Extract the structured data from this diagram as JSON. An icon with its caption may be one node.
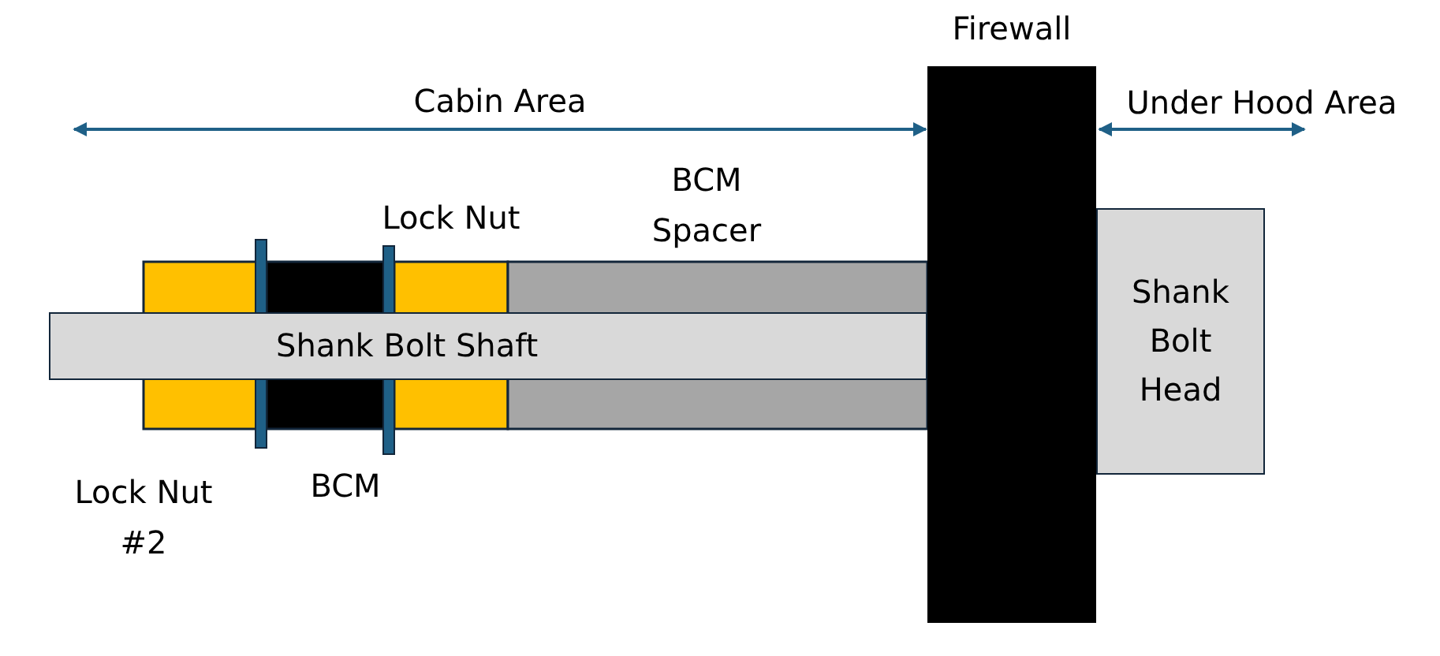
{
  "diagram": {
    "nodes": [
      {
        "text": [
          "Firewall"
        ]
      },
      {
        "text": [
          "Shank Bolt Shaft"
        ]
      },
      {
        "text": [
          "Shank Bolt Head"
        ]
      }
    ],
    "edges": [],
    "labels": [
      "Cabin Area",
      "Under Hood Area",
      "BCM Spacer",
      "Lock Nut",
      "Lock Nut #2",
      "BCM"
    ]
  }
}
